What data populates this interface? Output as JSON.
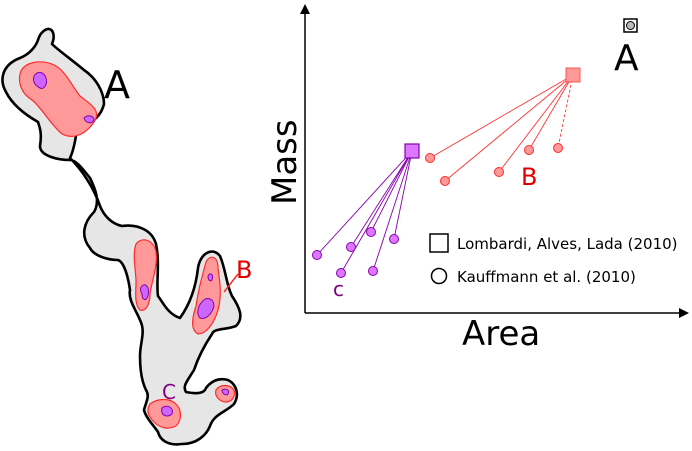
{
  "map": {
    "label_a": "A",
    "label_b": "B",
    "label_c": "C"
  },
  "plot": {
    "x_axis_label": "Area",
    "y_axis_label": "Mass",
    "point_label_a": "A",
    "point_label_b": "B",
    "point_label_c": "c",
    "legend": {
      "square_label": "Lombardi, Alves, Lada (2010)",
      "circle_label": "Kauffmann et al. (2010)"
    }
  },
  "colors": {
    "cloud_fill": "#e6e6e6",
    "clump_fill": "#ff9999",
    "clump_stroke": "#ff2a2a",
    "core_fill": "#cc66ff",
    "core_stroke": "#8800aa",
    "label_b": "#e00000",
    "label_c": "#800080",
    "line_b": "#ff3333",
    "line_c": "#8800aa"
  }
}
